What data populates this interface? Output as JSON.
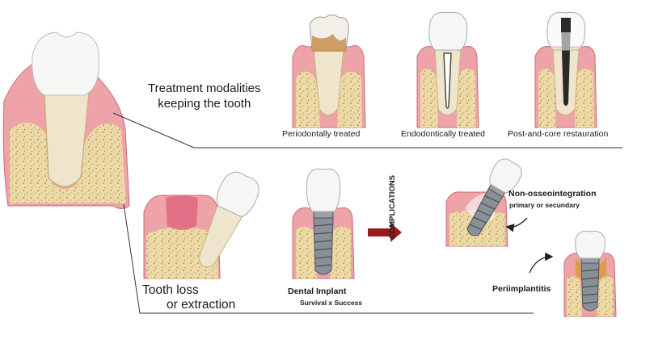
{
  "upper_heading_line1": "Treatment modalities",
  "upper_heading_line2": "keeping the tooth",
  "upper_captions": {
    "periodontal": "Periodontally treated",
    "endodontic": "Endodontically treated",
    "post_core": "Post-and-core restauration"
  },
  "lower_heading_line1": "Tooth loss",
  "lower_heading_line2": "or extraction",
  "implant_title": "Dental Implant",
  "implant_subtitle": "Survival x Success",
  "complications_label": "COMPLICATIONS",
  "non_osseo_line1": "Non-osseointegration",
  "non_osseo_line2": "primary or secundary",
  "periimplantitis": "Periimplantitis",
  "colors": {
    "gum": "#eda3a8",
    "gum_dark": "#c86e78",
    "bone": "#ecd9a6",
    "bone_speckle": "#b89a5c",
    "enamel": "#f6f6f4",
    "root": "#e9dfc8",
    "arrow_red": "#9b1b1b",
    "connector": "#333333"
  }
}
